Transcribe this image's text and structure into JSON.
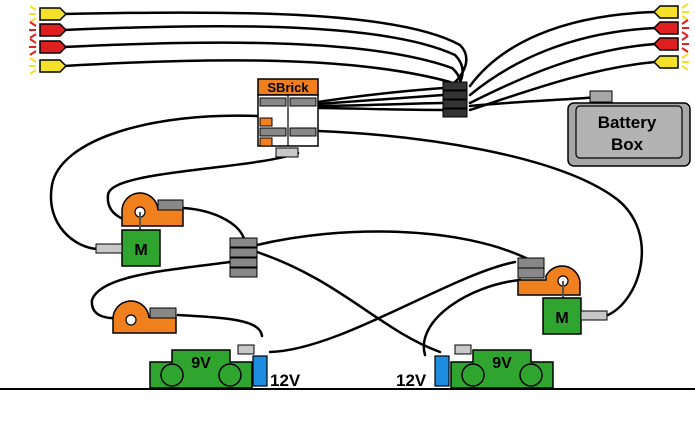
{
  "sbrick": {
    "label": "SBrick"
  },
  "battery_box": {
    "line1": "Battery",
    "line2": "Box"
  },
  "motor_left": {
    "label": "M"
  },
  "motor_right": {
    "label": "M"
  },
  "train_left": {
    "label": "9V",
    "voltage": "12V"
  },
  "train_right": {
    "label": "9V",
    "voltage": "12V"
  },
  "colors": {
    "orange": "#f07f1e",
    "green": "#2fa52f",
    "grey": "#a7a7a7",
    "blue": "#1e8ce0",
    "red": "#e02020",
    "yellow": "#f5e12a",
    "black": "#000000"
  }
}
